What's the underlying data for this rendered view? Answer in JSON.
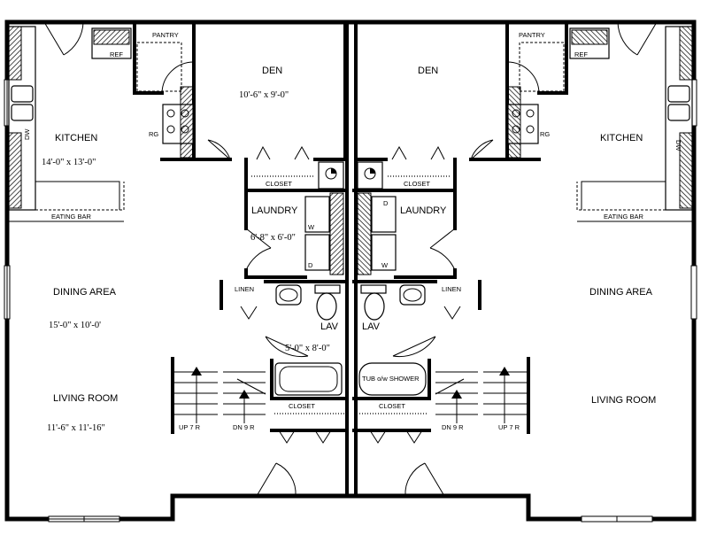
{
  "labels": {
    "pantry": "PANTRY",
    "ref": "REF",
    "den": "DEN",
    "den_dim": "10'-6\" x 9'-0\"",
    "kitchen": "KITCHEN",
    "kitchen_dim": "14'-0\" x 13'-0\"",
    "dw": "DW",
    "rg": "RG",
    "eating_bar": "EATING BAR",
    "closet": "CLOSET",
    "laundry": "LAUNDRY",
    "laundry_dim": "6'-8\" x 6'-0\"",
    "washer": "W",
    "dryer": "D",
    "linen": "LINEN",
    "lav": "LAV",
    "lav_dim": "5'-0\" x 8'-0\"",
    "dining": "DINING AREA",
    "dining_dim": "15'-0\" x 10'-0'",
    "living": "LIVING ROOM",
    "living_dim": "11'-6\" x 11'-16\"",
    "tub": "TUB o/w SHOWER",
    "up": "UP 7 R",
    "dn": "DN 9 R"
  }
}
